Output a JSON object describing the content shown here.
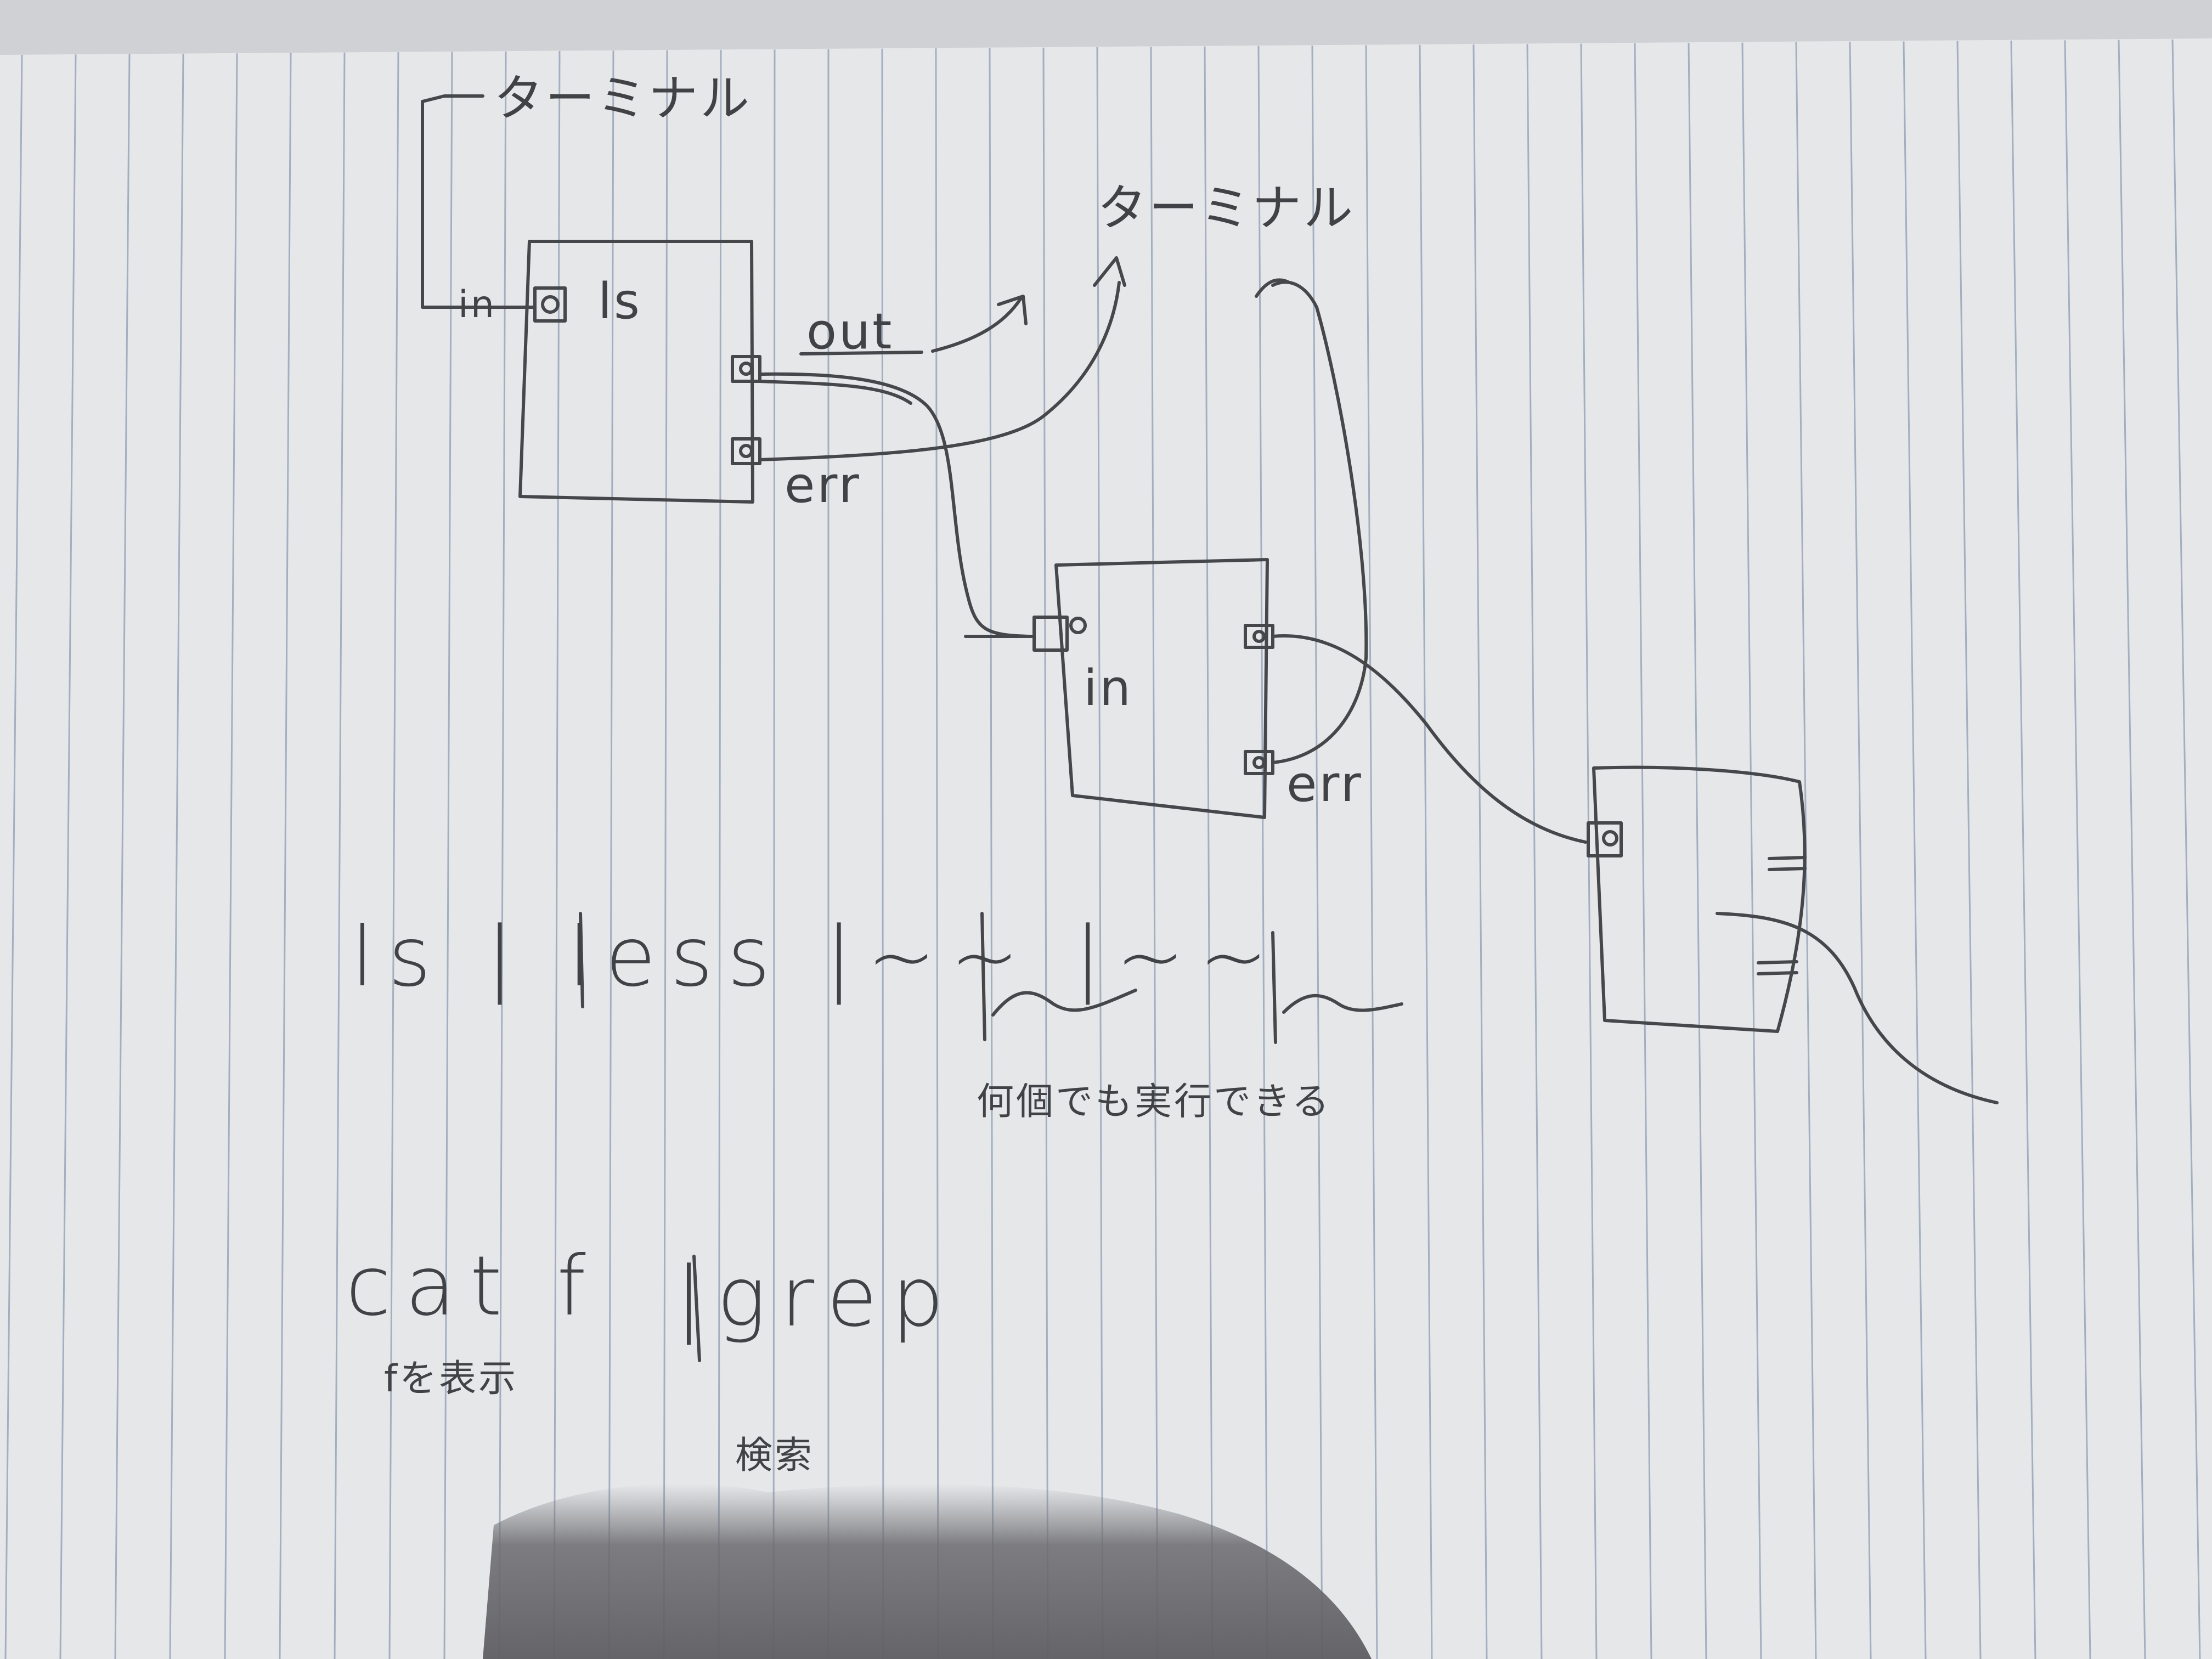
{
  "labels": {
    "terminal_top": "ターミナル",
    "terminal_right": "ターミナル",
    "ls_box": "ls",
    "in_ls": "in",
    "out_ls": "out",
    "err_ls": "err",
    "in_less": "in",
    "err_less": "err"
  },
  "commands": {
    "pipeline1": "ls   |  less   |~~   |~~",
    "note_any_count": "何個でも実行できる",
    "pipeline2_cat": "cat  f",
    "pipeline2_grep": "|grep",
    "note_cat": "fを表示",
    "note_grep": "検索"
  },
  "colors": {
    "paper": "#e6e7e9",
    "rule": "#9aa8bb",
    "ink": "#404246",
    "shadow": "#6e6e72"
  }
}
